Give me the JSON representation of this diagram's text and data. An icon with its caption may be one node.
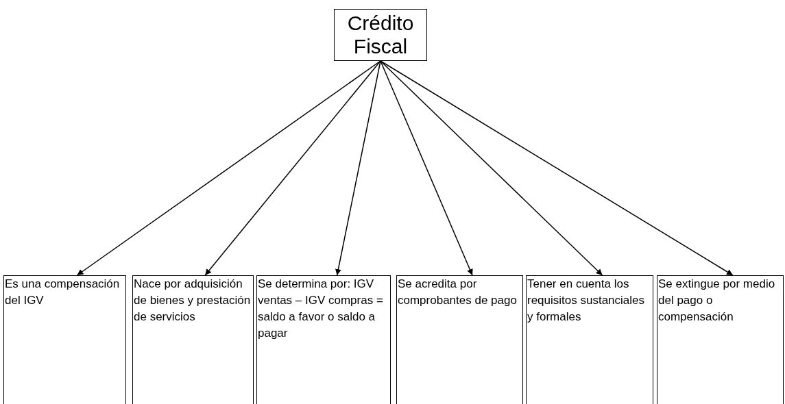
{
  "diagram": {
    "nodes": [
      {
        "text": [
          "Crédito Fiscal"
        ]
      },
      {
        "text": [
          "Es una compensación del IGV"
        ]
      },
      {
        "text": [
          "Nace por adquisición de bienes y prestación de servicios"
        ]
      },
      {
        "text": [
          "Se determina por: IGV ventas – IGV compras = saldo a favor o saldo a pagar"
        ]
      },
      {
        "text": [
          "Se acredita por comprobantes de pago"
        ]
      },
      {
        "text": [
          "Tener en cuenta los requisitos sustanciales y formales"
        ]
      },
      {
        "text": [
          "Se extingue por medio del pago o compensación"
        ]
      }
    ],
    "edges": [
      {
        "from": 0,
        "to": 1,
        "arrow": "to"
      },
      {
        "from": 0,
        "to": 2,
        "arrow": "to"
      },
      {
        "from": 0,
        "to": 3,
        "arrow": "to"
      },
      {
        "from": 0,
        "to": 4,
        "arrow": "to"
      },
      {
        "from": 0,
        "to": 5,
        "arrow": "to"
      },
      {
        "from": 0,
        "to": 6,
        "arrow": "to"
      }
    ]
  }
}
